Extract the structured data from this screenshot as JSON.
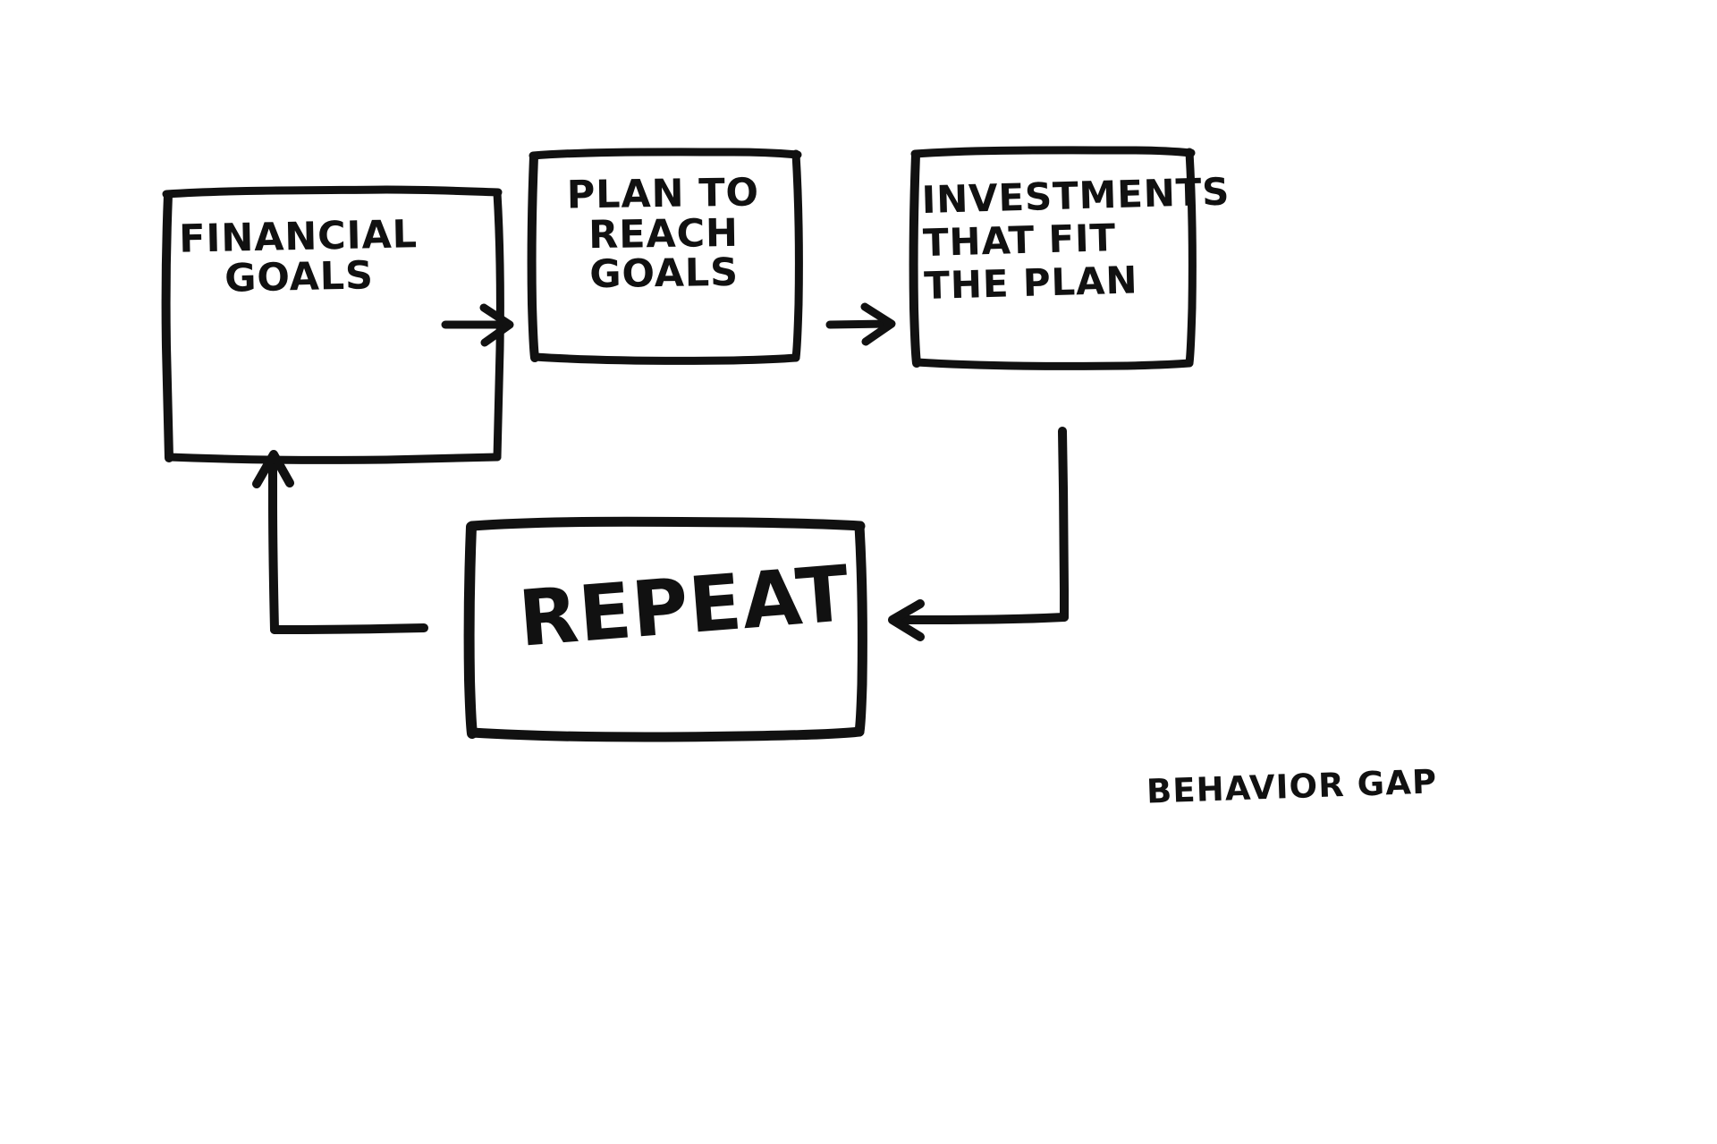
{
  "diagram": {
    "title": "Financial planning loop",
    "ink_color": "#111111",
    "background_color": "#ffffff",
    "nodes": [
      {
        "id": "financial-goals",
        "label": "FINANCIAL\nGOALS",
        "lines": [
          "FINANCIAL",
          "GOALS"
        ],
        "align": "center"
      },
      {
        "id": "plan-to-reach-goals",
        "label": "PLAN TO\nREACH\nGOALS",
        "lines": [
          "PLAN TO",
          "REACH",
          "GOALS"
        ],
        "align": "center"
      },
      {
        "id": "investments-that-fit-the-plan",
        "label": "INVESTMENTS\nTHAT FIT\nTHE PLAN",
        "lines": [
          "INVESTMENTS",
          "THAT  FIT",
          "THE PLAN"
        ],
        "align": "left"
      },
      {
        "id": "repeat",
        "label": "REPEAT",
        "lines": [
          "REPEAT"
        ],
        "align": "left"
      }
    ],
    "connectors": [
      {
        "id": "arrow-goals-to-plan",
        "from": "financial-goals",
        "to": "plan-to-reach-goals",
        "direction": "right"
      },
      {
        "id": "arrow-plan-to-investments",
        "from": "plan-to-reach-goals",
        "to": "investments-that-fit-the-plan",
        "direction": "right"
      },
      {
        "id": "arrow-investments-to-repeat",
        "from": "investments-that-fit-the-plan",
        "to": "repeat",
        "direction": "down-then-left"
      },
      {
        "id": "arrow-repeat-to-goals",
        "from": "repeat",
        "to": "financial-goals",
        "direction": "left-then-up"
      }
    ]
  },
  "signature": {
    "text": "BEHAVIOR GAP"
  }
}
